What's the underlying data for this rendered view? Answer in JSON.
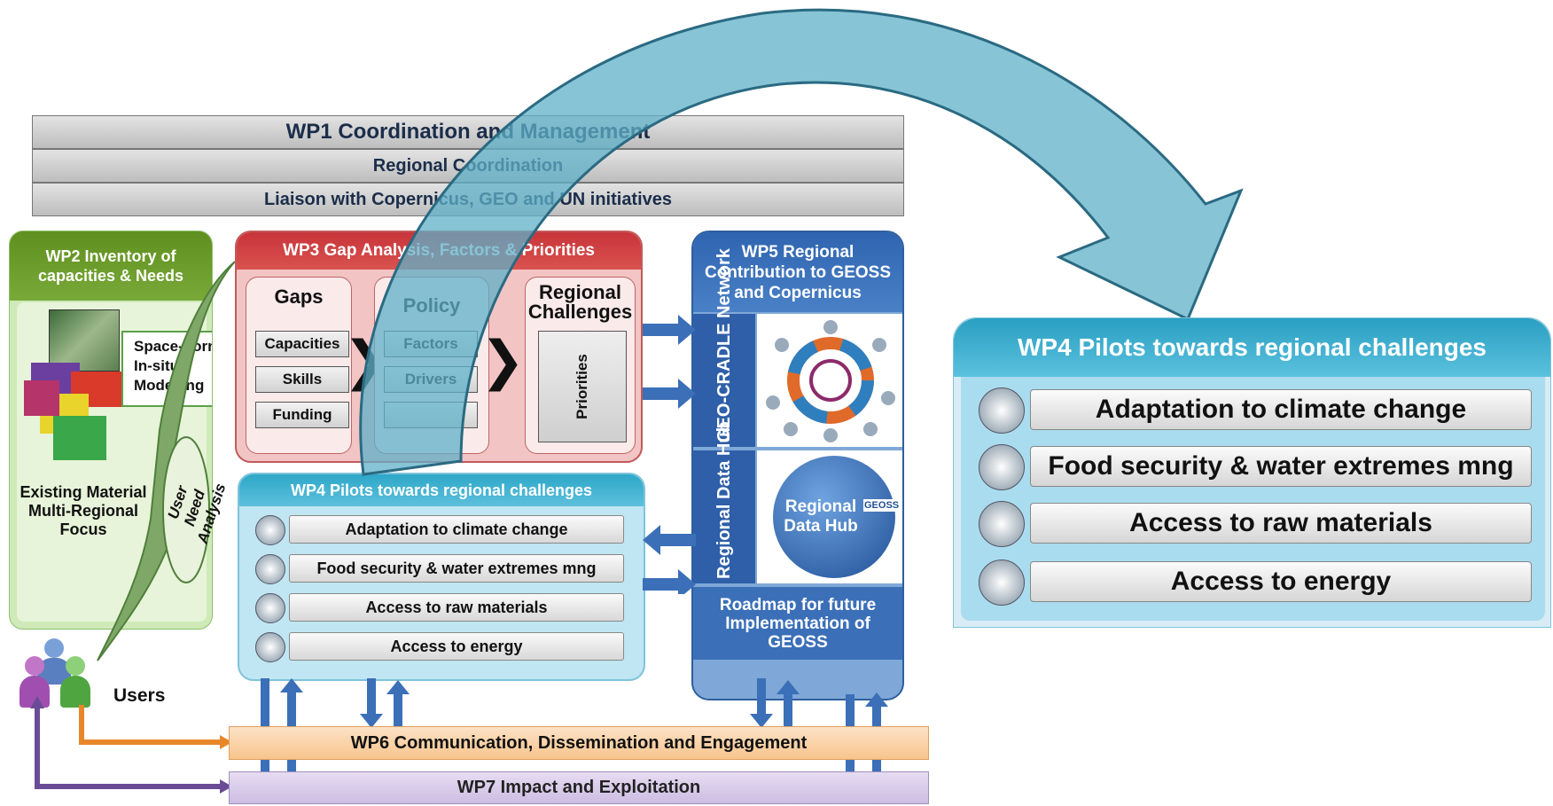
{
  "wp1": {
    "title": "WP1 Coordination and Management",
    "row2": "Regional Coordination",
    "row3": "Liaison with Copernicus, GEO and UN initiatives"
  },
  "wp2": {
    "title": "WP2 Inventory of capacities & Needs",
    "sources": [
      "Space-borne",
      "In-situ",
      "Modelling"
    ],
    "footer": "Existing Material Multi-Regional Focus",
    "user_need": "User Need Analysis"
  },
  "wp3": {
    "title": "WP3 Gap Analysis, Factors & Priorities",
    "gaps_title": "Gaps",
    "gaps": [
      "Capacities",
      "Skills",
      "Funding"
    ],
    "middle_title": "Policy",
    "middle_items": [
      "Factors",
      "Drivers",
      ""
    ],
    "challenges_title": "Regional Challenges",
    "priorities": "Priorities"
  },
  "wp4_small": {
    "title": "WP4 Pilots towards regional challenges",
    "items": [
      "Adaptation to climate change",
      "Food security & water extremes mng",
      "Access to raw materials",
      "Access to energy"
    ]
  },
  "wp5": {
    "title": "WP5 Regional Contribution to GEOSS and Copernicus",
    "network_label": "GEO-CRADLE Network",
    "hub_label": "Regional Data Hub",
    "hub_globe": "Regional Data Hub",
    "roadmap": "Roadmap for future Implementation of GEOSS",
    "logo": "GEOSS"
  },
  "users": {
    "label": "Users"
  },
  "wp6": {
    "label": "WP6 Communication, Dissemination and Engagement"
  },
  "wp7": {
    "label": "WP7 Impact and Exploitation"
  },
  "wp4_large": {
    "title": "WP4 Pilots towards regional challenges",
    "items": [
      "Adaptation to climate change",
      "Food security & water extremes mng",
      "Access to raw materials",
      "Access to energy"
    ]
  },
  "colors": {
    "wp2": "#6b9a2a",
    "wp3": "#c8343a",
    "wp4": "#2ea7c8",
    "wp5": "#2f65b0",
    "wp6": "#f8c48c",
    "wp7": "#cdbde3",
    "big_arrow": "#5fb0c8",
    "orange_arrow": "#e8872a",
    "purple_arrow": "#6a4c96"
  }
}
